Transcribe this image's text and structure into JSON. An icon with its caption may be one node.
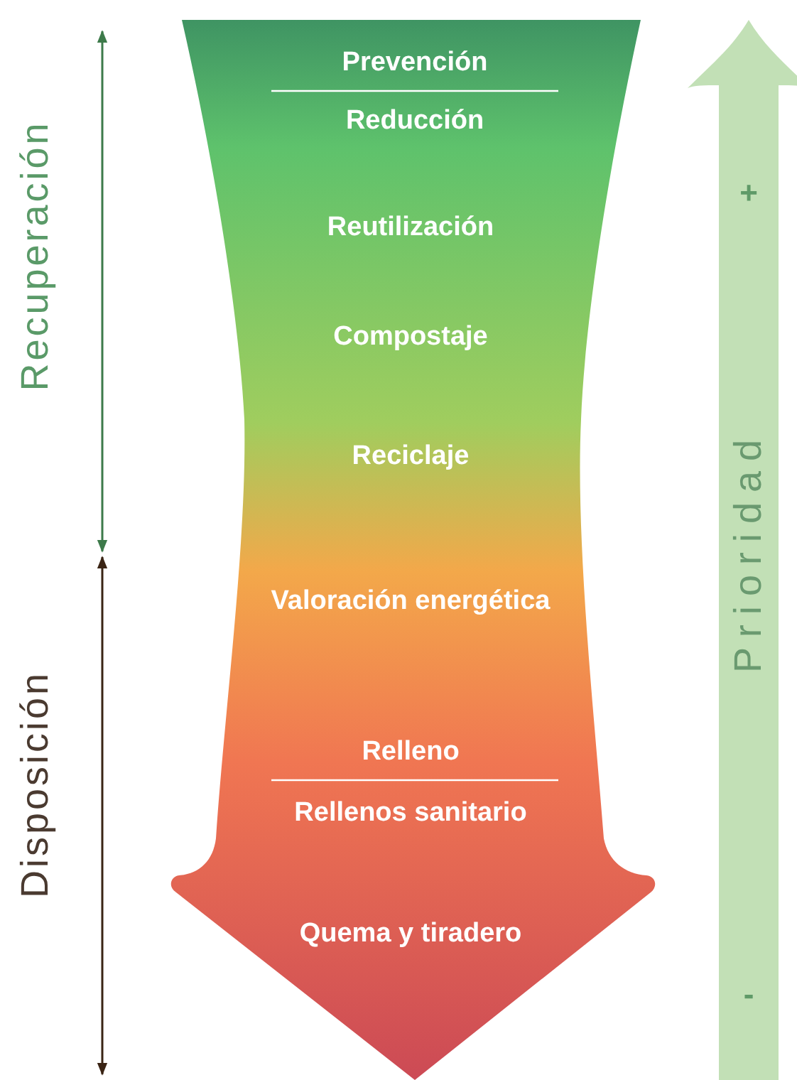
{
  "diagram": {
    "labels": [
      "Prevención",
      "Reducción",
      "Reutilización",
      "Compostaje",
      "Reciclaje",
      "Valoración energética",
      "Relleno",
      "Rellenos sanitario",
      "Quema y tiradero",
      "Recuperación",
      "Disposición",
      "Prioridad",
      "+",
      "-"
    ]
  }
}
